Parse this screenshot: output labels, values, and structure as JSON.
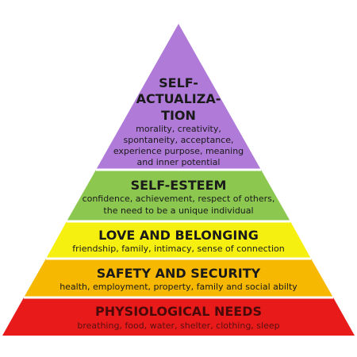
{
  "levels": [
    {
      "id": "self-actualization",
      "title_lines": [
        "SELF-",
        "ACTUALIZA-",
        "TION"
      ],
      "desc_lines": [
        "morality, creativity,",
        "spontaneity, acceptance,",
        "experience purpose, meaning",
        "and inner potential"
      ],
      "color": "#b07ad8"
    },
    {
      "id": "self-esteem",
      "title_lines": [
        "SELF-ESTEEM"
      ],
      "desc_lines": [
        "confidence, achievement, respect of others,",
        "the need to be a unique individual"
      ],
      "color": "#8cc850"
    },
    {
      "id": "love-belonging",
      "title_lines": [
        "LOVE AND BELONGING"
      ],
      "desc_lines": [
        "friendship, family, intimacy, sense of connection"
      ],
      "color": "#f5f010"
    },
    {
      "id": "safety-security",
      "title_lines": [
        "SAFETY AND SECURITY"
      ],
      "desc_lines": [
        "health, employment, property, family and social abilty"
      ],
      "color": "#f6b800"
    },
    {
      "id": "physiological",
      "title_lines": [
        "PHYSIOLOGICAL NEEDS"
      ],
      "desc_lines": [
        "breathing, food, water, shelter, clothing, sleep"
      ],
      "color": "#e81a1a"
    }
  ]
}
